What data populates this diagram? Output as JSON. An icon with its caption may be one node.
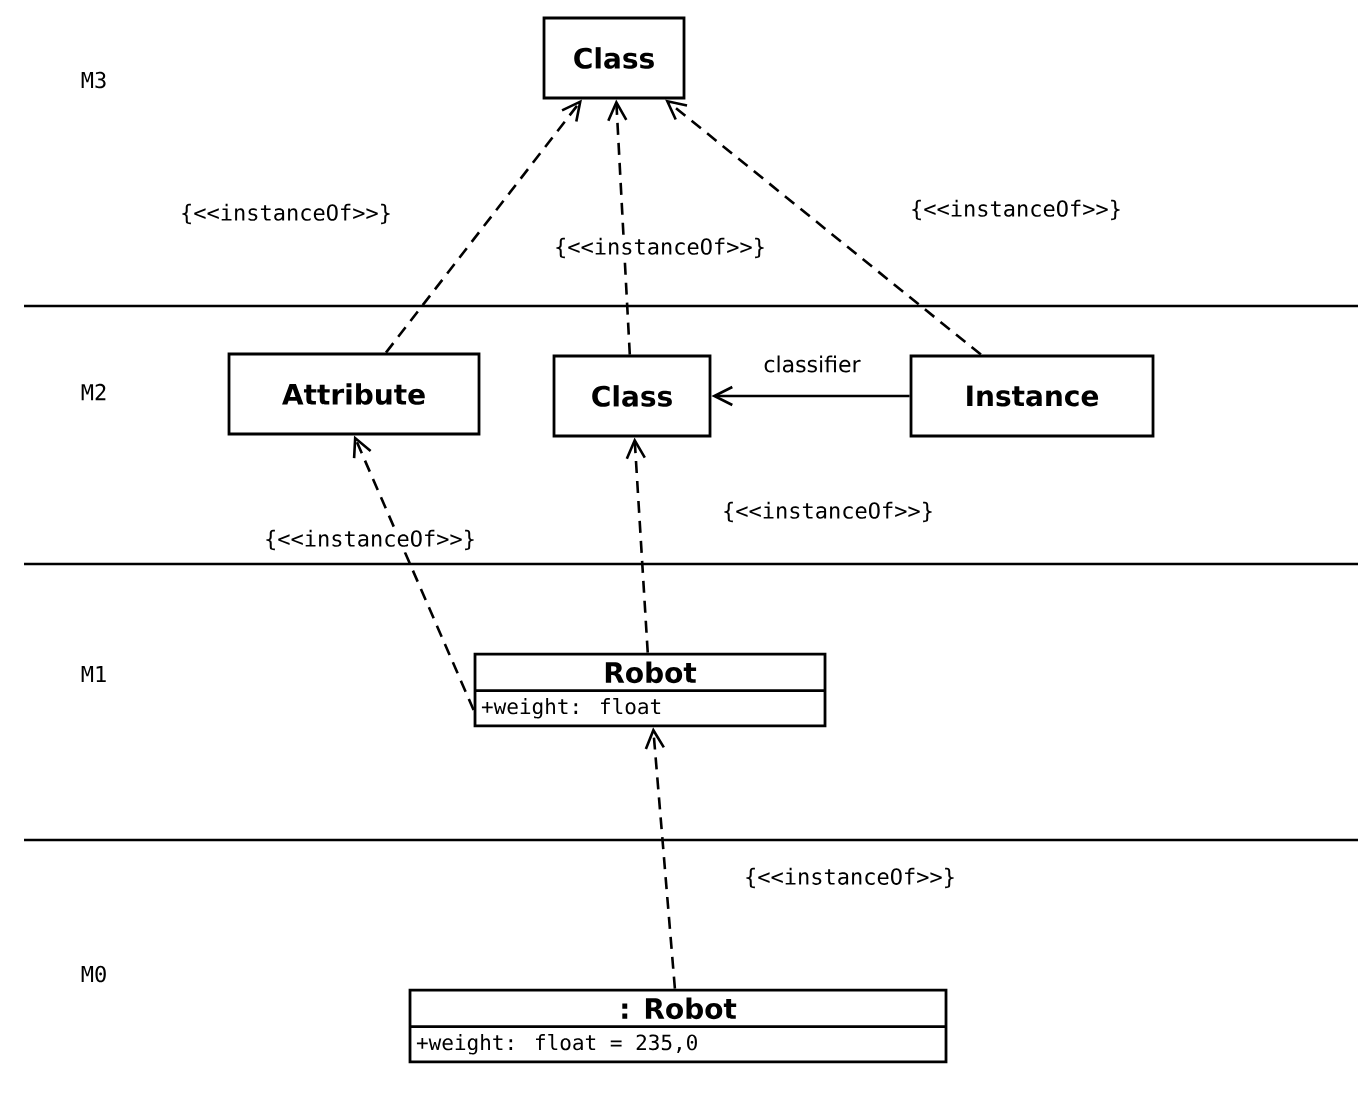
{
  "diagram": {
    "nodes": [
      {
        "text": [
          "Class"
        ]
      },
      {
        "text": [
          "Attribute"
        ]
      },
      {
        "text": [
          "Class"
        ]
      },
      {
        "text": [
          "Instance"
        ]
      },
      {
        "text": [
          "Robot",
          "+weight: float"
        ]
      },
      {
        "text": [
          ": Robot",
          "+weight: float = 235,0"
        ]
      }
    ],
    "edges": [
      {
        "from": 1,
        "to": 0,
        "arrow": "to",
        "label": "{<<instanceOf>>}",
        "style": "dashed"
      },
      {
        "from": 2,
        "to": 0,
        "arrow": "to",
        "label": "{<<instanceOf>>}",
        "style": "dashed"
      },
      {
        "from": 3,
        "to": 0,
        "arrow": "to",
        "label": "{<<instanceOf>>}",
        "style": "dashed"
      },
      {
        "from": 3,
        "to": 2,
        "arrow": "to",
        "label": "classifier"
      },
      {
        "from": 4,
        "to": 1,
        "arrow": "to",
        "label": "{<<instanceOf>>}",
        "style": "dashed"
      },
      {
        "from": 4,
        "to": 2,
        "arrow": "to",
        "label": "{<<instanceOf>>}",
        "style": "dashed"
      },
      {
        "from": 5,
        "to": 4,
        "arrow": "to",
        "label": "{<<instanceOf>>}",
        "style": "dashed"
      }
    ],
    "labels": [
      "M3",
      "M2",
      "M1",
      "M0"
    ]
  }
}
